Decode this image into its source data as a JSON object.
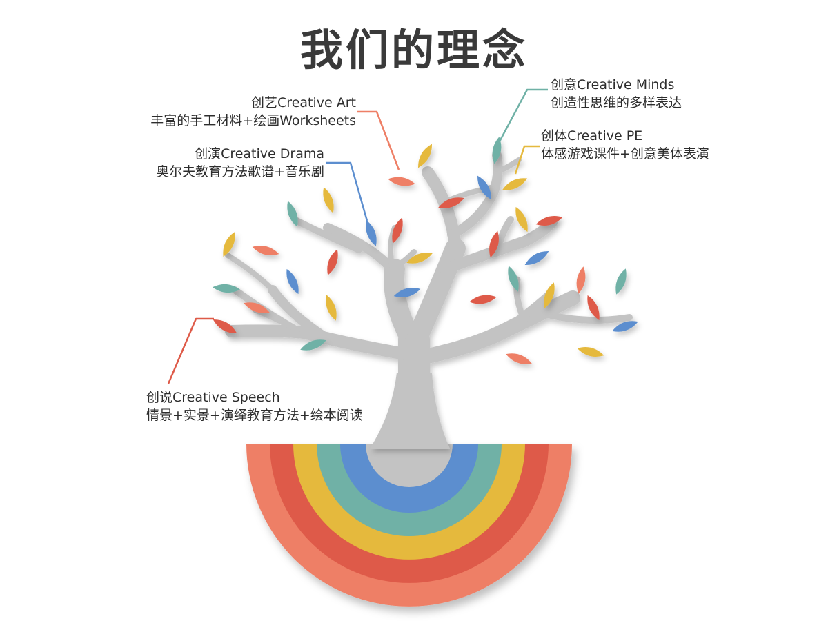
{
  "title": "我们的理念",
  "colors": {
    "coral": "#EE7F66",
    "red": "#DE5A48",
    "yellow": "#E5B93E",
    "teal": "#6FB1A6",
    "blue": "#5C8ECF",
    "trunk": "#C3C3C3",
    "text": "#2d2d2d"
  },
  "callouts": {
    "art": {
      "name": "创艺Creative Art",
      "desc": "丰富的手工材料+绘画Worksheets",
      "color": "#EE7F66"
    },
    "minds": {
      "name": "创意Creative Minds",
      "desc": "创造性思维的多样表达",
      "color": "#6FB1A6"
    },
    "pe": {
      "name": "创体Creative PE",
      "desc": "体感游戏课件+创意美体表演",
      "color": "#E5B93E"
    },
    "drama": {
      "name": "创演Creative Drama",
      "desc": "奥尔夫教育方法歌谱+音乐剧",
      "color": "#5C8ECF"
    },
    "speech": {
      "name": "创说Creative Speech",
      "desc": "情景+实景+演绎教育方法+绘本阅读",
      "color": "#DE5A48"
    }
  },
  "rainbow_rings": [
    "#EE7F66",
    "#DE5A48",
    "#E5B93E",
    "#6FB1A6",
    "#5C8ECF"
  ]
}
